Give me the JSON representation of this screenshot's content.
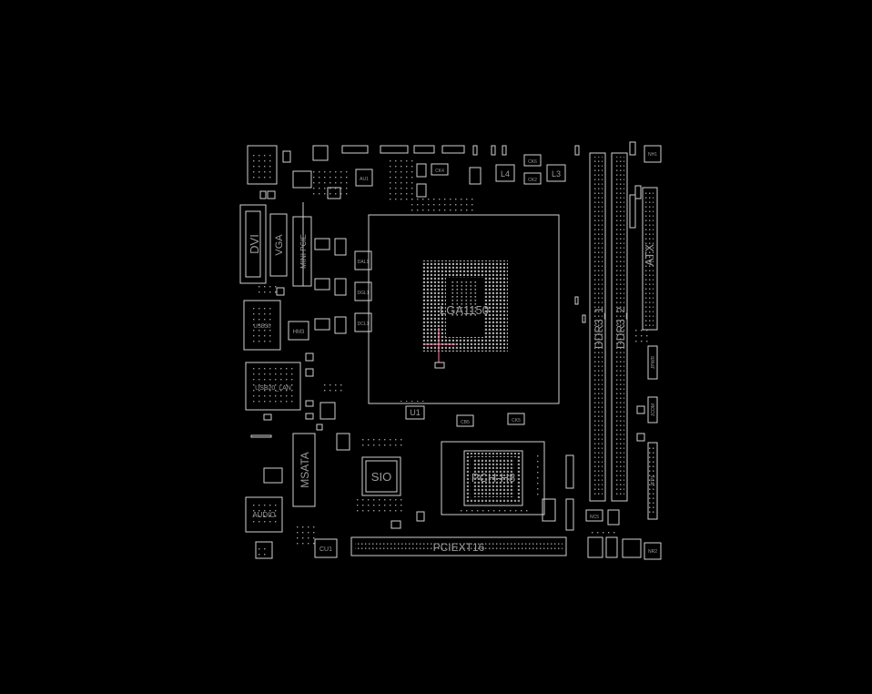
{
  "board": {
    "labels": {
      "dvi": "DVI",
      "vga": "VGA",
      "mini_pcie": "MINI PCIE",
      "usb30": "USB30",
      "usb20_lan": "USB20_LAN",
      "msata": "MSATA",
      "audio": "AUDIO",
      "sio": "SIO",
      "cu1": "CU1",
      "cpu_socket": "LGA1150",
      "pch": "PCH-H8",
      "pcie_slot": "PCIEXT16",
      "ddr3_1": "DDR3_1",
      "ddr3_2": "DDR3_2",
      "atx": "ATX",
      "l4": "L4",
      "l3": "L3",
      "u1": "U1",
      "hm3": "HM3",
      "au1": "AU1",
      "dal1": "DAL1",
      "dgl1": "DGL1",
      "dcl1": "DCL1",
      "ck2": "CK2",
      "ck4": "CK4",
      "ck5": "CK5",
      "ck6": "CK6",
      "cb5": "CB5",
      "jpwr": "JPWR",
      "nh1": "NH1",
      "nr2": "NR2",
      "nc5": "NC5",
      "jcom": "JCOM",
      "jfp1": "JFP1"
    }
  }
}
